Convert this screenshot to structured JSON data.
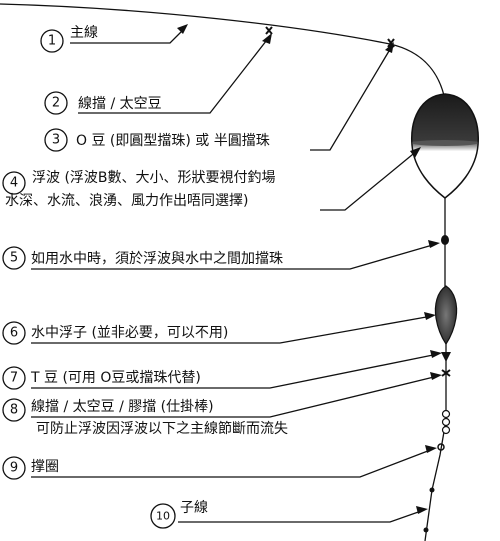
{
  "labels": [
    {
      "num": "1",
      "text": "主線"
    },
    {
      "num": "2",
      "text": "線擋 / 太空豆"
    },
    {
      "num": "3",
      "text": "O 豆 (即圓型擋珠) 或 半圓擋珠"
    },
    {
      "num": "4",
      "text": "浮波 (浮波B數、大小、形狀要視付釣場",
      "text2": "水深、水流、浪湧、風力作出唔同選擇)"
    },
    {
      "num": "5",
      "text": "如用水中時，須於浮波與水中之間加擋珠"
    },
    {
      "num": "6",
      "text": "水中浮子 (並非必要，可以不用)"
    },
    {
      "num": "7",
      "text": "T 豆 (可用 O豆或擋珠代替)"
    },
    {
      "num": "8",
      "text": "線擋 / 太空豆 / 膠擋 (仕掛棒)",
      "text2": "可防止浮波因浮波以下之主線節斷而流失"
    },
    {
      "num": "9",
      "text": "撑圈"
    },
    {
      "num": "10",
      "text": "子線"
    }
  ]
}
